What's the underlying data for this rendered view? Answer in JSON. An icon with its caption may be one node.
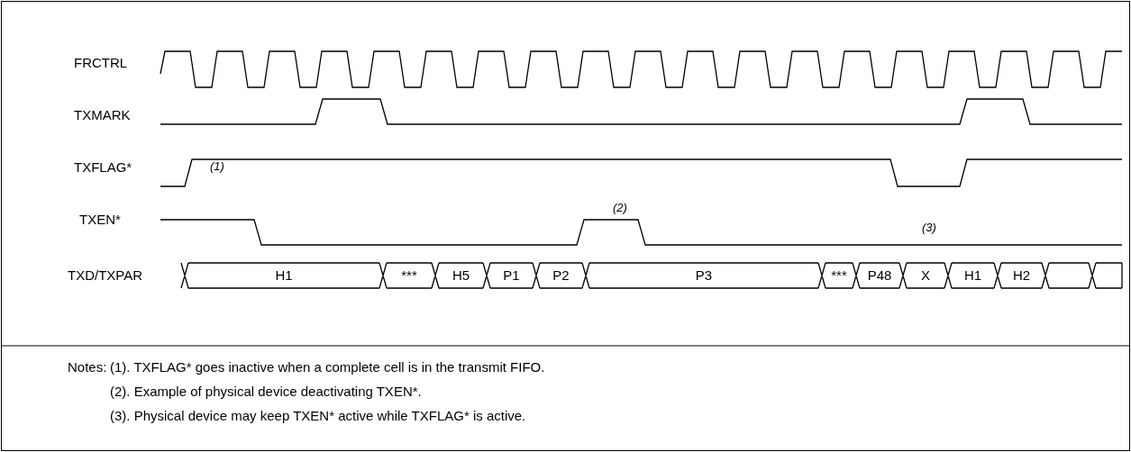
{
  "diagram": {
    "labels": [
      "FRCTRL",
      "TXMARK",
      "TXFLAG*",
      "(1)",
      "TXEN*",
      "(2)",
      "(3)",
      "TXD/TXPAR",
      "H1",
      "***",
      "H5",
      "P1",
      "P2",
      "P3",
      "***",
      "P48",
      "X",
      "H1",
      "H2",
      "Notes:",
      "(1).  TXFLAG* goes inactive when a complete cell is in the transmit FIFO.",
      "(2).  Example of physical device deactivating TXEN*.",
      "(3).  Physical device may keep TXEN* active while TXFLAG* is active."
    ]
  }
}
